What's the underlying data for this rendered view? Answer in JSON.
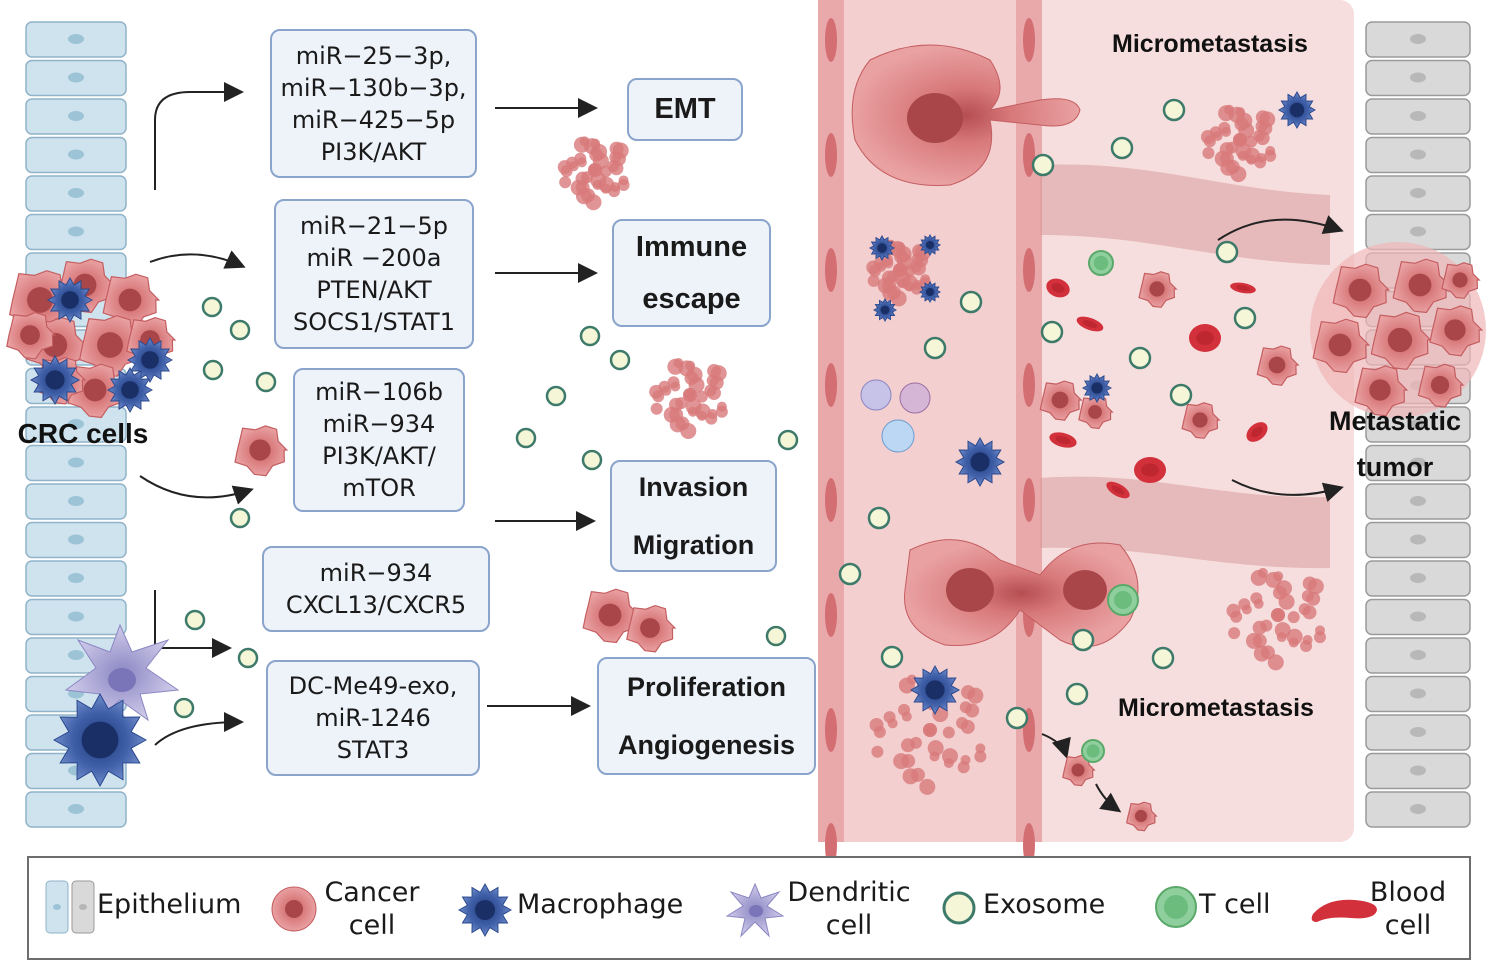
{
  "source_label": "CRC cells",
  "pathway_boxes": [
    {
      "lines": [
        "miR−25−3p,",
        "miR−130b−3p,",
        "miR−425−5p",
        "PI3K/AKT"
      ]
    },
    {
      "lines": [
        "miR−21−5p",
        "miR −200a",
        "PTEN/AKT",
        "SOCS1/STAT1"
      ]
    },
    {
      "lines": [
        "miR−106b",
        "miR−934",
        "PI3K/AKT/",
        "mTOR"
      ]
    },
    {
      "lines": [
        "miR−934",
        "CXCL13/CXCR5"
      ]
    },
    {
      "lines": [
        "DC-Me49-exo,",
        "miR-1246",
        "STAT3"
      ]
    }
  ],
  "outcome_boxes": [
    {
      "lines": [
        "EMT"
      ]
    },
    {
      "lines": [
        "Immune",
        "escape"
      ]
    },
    {
      "lines": [
        "Invasion",
        "Migration"
      ]
    },
    {
      "lines": [
        "Proliferation",
        "Angiogenesis"
      ]
    }
  ],
  "micrometastasis_top": "Micrometastasis",
  "micrometastasis_bottom": "Micrometastasis",
  "metastatic_tumor": [
    "Metastatic",
    "tumor"
  ],
  "legend": [
    {
      "icon": "epithelium-icon",
      "label": "Epithelium"
    },
    {
      "icon": "cancer-cell-icon",
      "label": "Cancer\ncell"
    },
    {
      "icon": "macrophage-icon",
      "label": "Macrophage"
    },
    {
      "icon": "dendritic-cell-icon",
      "label": "Dendritic\ncell"
    },
    {
      "icon": "exosome-icon",
      "label": "Exosome"
    },
    {
      "icon": "t-cell-icon",
      "label": "T cell"
    },
    {
      "icon": "blood-cell-icon",
      "label": "Blood\ncell"
    }
  ],
  "colors": {
    "epithelium_blue": "#cfe3ee",
    "epithelium_grey": "#d9d9d9",
    "cancer_cell": "#d8797b",
    "macrophage": "#3f5fa8",
    "dendritic": "#b3b0d8",
    "exosome_fill": "#f5f6d8",
    "exosome_ring": "#3d7a6a",
    "t_cell": "#8fcf9d",
    "blood_cell": "#d2303a",
    "vessel_bg": "#f7dede",
    "box_fill": "#eef3fa",
    "box_border": "#8aa4cc"
  }
}
